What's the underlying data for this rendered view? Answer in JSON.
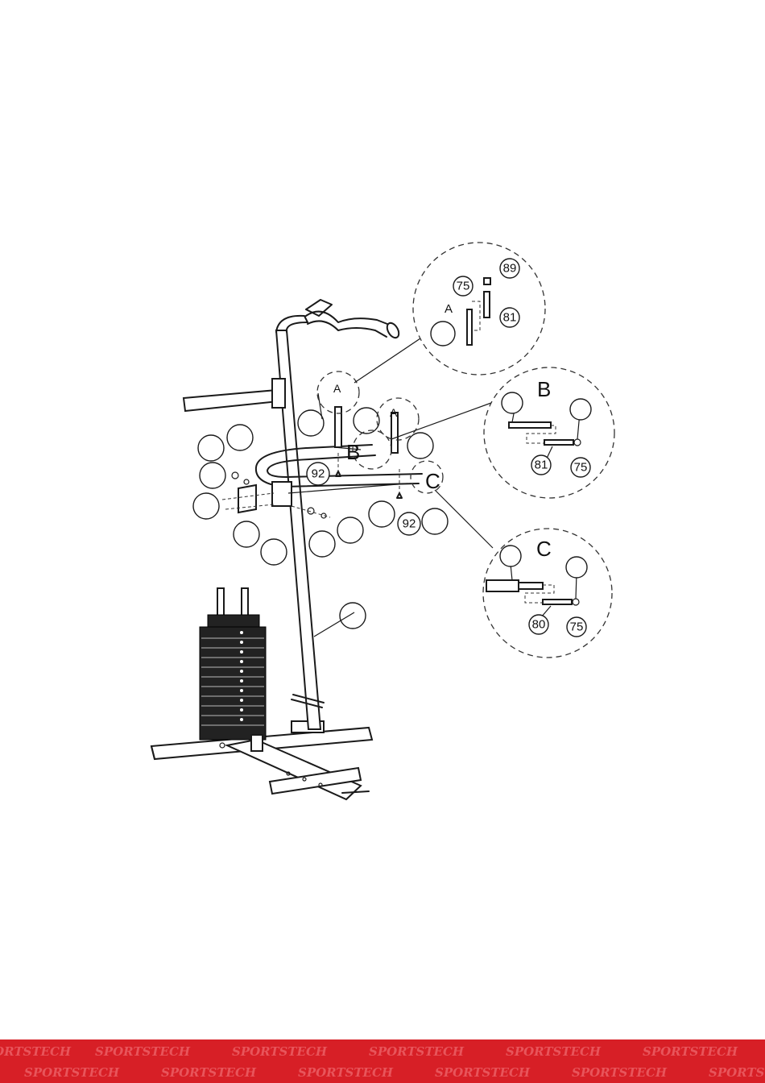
{
  "diagram": {
    "detail_a": {
      "letter": "A",
      "labels": [
        "89",
        "75",
        "81"
      ]
    },
    "detail_b": {
      "letter": "B",
      "labels": [
        "81",
        "75"
      ]
    },
    "detail_c": {
      "letter": "C",
      "labels": [
        "80",
        "75"
      ]
    },
    "main_letters": {
      "a1": "A",
      "a2": "A",
      "b": "B",
      "c": "C"
    },
    "main_labels": {
      "bolt_left": "92",
      "bolt_right": "92"
    }
  },
  "footer": {
    "brand": "SPORTSTECH",
    "color": "#d71f26"
  }
}
